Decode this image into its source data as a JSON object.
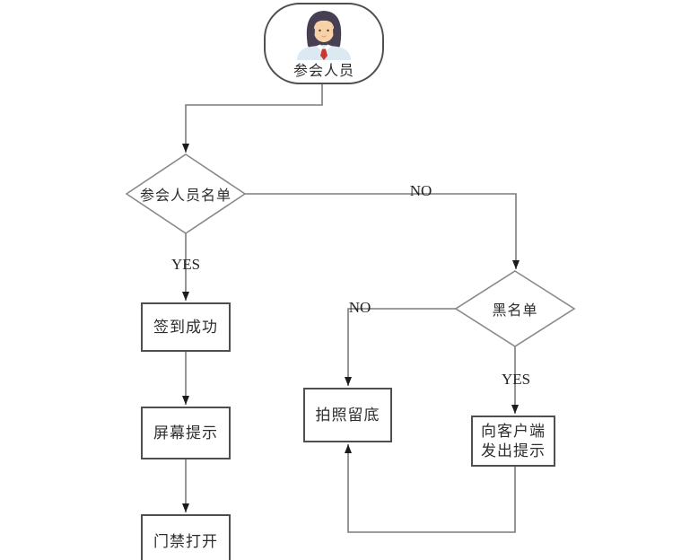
{
  "diagram": {
    "start": {
      "label": "参会人员",
      "icon": "person-avatar-icon"
    },
    "decision_list": {
      "label": "参会人员名单"
    },
    "decision_blacklist": {
      "label": "黑名单"
    },
    "process_signin": {
      "label": "签到成功"
    },
    "process_screen": {
      "label": "屏幕提示"
    },
    "process_door": {
      "label": "门禁打开"
    },
    "process_photo": {
      "label": "拍照留底"
    },
    "process_client": {
      "label": "向客户端发出提示"
    },
    "edges": {
      "list_yes": "YES",
      "list_no": "NO",
      "blacklist_no": "NO",
      "blacklist_yes": "YES"
    },
    "colors": {
      "background": "#ffffff",
      "line": "#7b7b7b",
      "diamond_border": "#8a8a8a",
      "box_border": "#4f4f4f",
      "arrowhead": "#1b1b1b",
      "text": "#2d2d2d",
      "avatar_hair": "#473f52",
      "avatar_face": "#f7d2a9",
      "avatar_shirt": "#dce9f3",
      "avatar_tie": "#c9382f"
    }
  }
}
